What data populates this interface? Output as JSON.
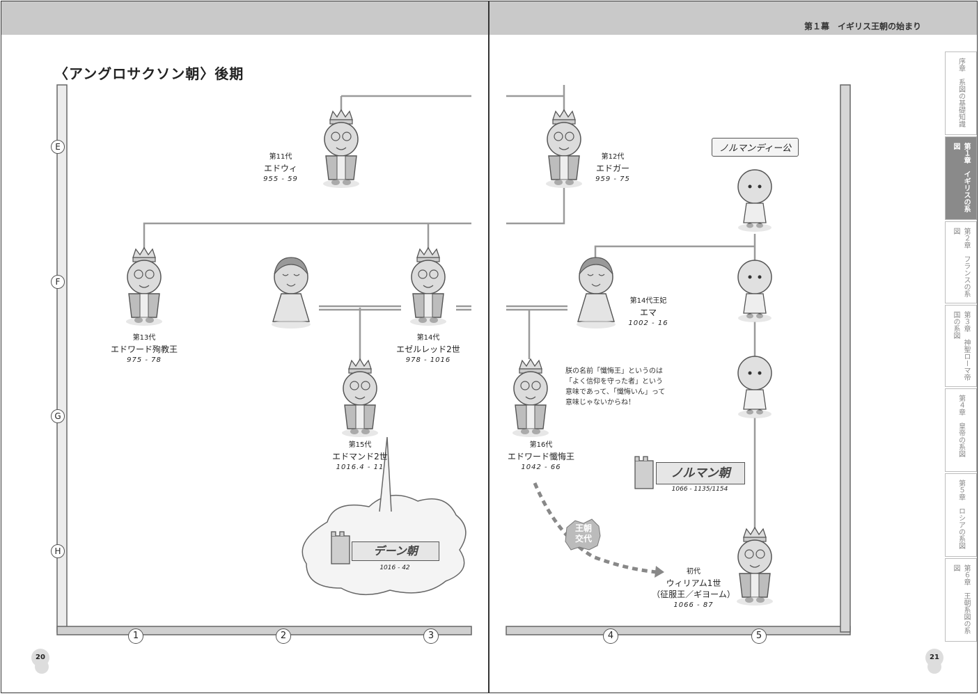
{
  "header": {
    "chapter_title": "第１幕　イギリス王朝の始まり"
  },
  "title": "〈アングロサクソン朝〉後期",
  "ruler": [
    "E",
    "F",
    "G",
    "H"
  ],
  "columns": [
    "1",
    "2",
    "3",
    "4",
    "5"
  ],
  "persons": [
    {
      "gen": "第11代",
      "name": "エドウィ",
      "years": "955 - 59"
    },
    {
      "gen": "第12代",
      "name": "エドガー",
      "years": "959 - 75"
    },
    {
      "gen": "第13代",
      "name": "エドワード殉教王",
      "years": "975 - 78"
    },
    {
      "gen": "第14代",
      "name": "エゼルレッド2世",
      "years": "978 - 1016"
    },
    {
      "gen": "第14代王妃",
      "name": "エマ",
      "years": "1002 - 16"
    },
    {
      "gen": "第15代",
      "name": "エドマンド2世",
      "years": "1016.4 - 11"
    },
    {
      "gen": "第16代",
      "name": "エドワード懺悔王",
      "years": "1042 - 66"
    },
    {
      "gen": "初代",
      "name": "ウィリアム1世",
      "alias": "（征服王／ギヨーム）",
      "years": "1066 - 87"
    }
  ],
  "comment": [
    "朕の名前「懺悔王」というのは",
    "「よく信仰を守った者」という",
    "意味であって、「懺悔いん」って",
    "意味じゃないからね！"
  ],
  "normandy_duke": "ノルマンディー公",
  "dynasty_danish": {
    "name": "デーン朝",
    "years": "1016 - 42"
  },
  "dynasty_norman": {
    "name": "ノルマン朝",
    "years": "1066 - 1135/1154"
  },
  "change_badge": [
    "王朝",
    "交代"
  ],
  "side_tabs": [
    "序章　系図の基礎知識",
    "第１章　イギリスの系図",
    "第２章　フランスの系図",
    "第３章　神聖ローマ帝国の系図",
    "第４章　皇帝の系図",
    "第５章　ロシアの系図",
    "第６章　王朝系図の系図"
  ],
  "page_left": "20",
  "page_right": "21"
}
